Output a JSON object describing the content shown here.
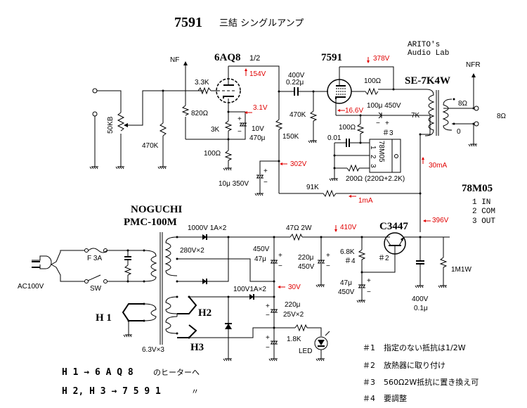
{
  "title": {
    "model": "7591",
    "suffix": "三結 シングルアンプ"
  },
  "credit": {
    "line1": "ARITO's",
    "line2": "Audio Lab"
  },
  "tubes": {
    "driver": {
      "name": "6AQ8",
      "unit": "1/2"
    },
    "output": {
      "name": "7591"
    }
  },
  "output_transformer": {
    "model": "SE-7K4W",
    "primary": "7K",
    "tap_8": "8Ω",
    "tap_0": "0",
    "speaker": "8Ω",
    "feedback": "NFR"
  },
  "power_transformer": {
    "maker": "NOGUCHI",
    "model": "PMC-100M",
    "hv": "280V×2",
    "heater": "6.3V×3"
  },
  "transistor": {
    "name": "C3447",
    "note": "＃2"
  },
  "regulator": {
    "name": "78M05",
    "pins": [
      "1 IN",
      "2 COM",
      "3 OUT"
    ],
    "block_label": "78M05",
    "pin_nums": [
      "1",
      "2",
      "3"
    ],
    "note": "＃3"
  },
  "input": {
    "feedback": "NF"
  },
  "components": {
    "pot": "50KB",
    "r_470k_in": "470K",
    "r_3_3k": "3.3K",
    "r_820": "820Ω",
    "r_3k": "3K",
    "c_cath1_v": "10V",
    "c_cath1_c": "470μ",
    "r_100_cath1": "100Ω",
    "r_150k": "150K",
    "c_10u": "10μ 350V",
    "c_coup_v": "400V",
    "c_coup_c": "0.22μ",
    "r_470k_grid": "470K",
    "r_100_g2": "100Ω",
    "c_cath2": "100μ 450V",
    "r_100_reg": "100Ω",
    "c_001": "0.01",
    "r_200": "200Ω (220Ω+2.2K)",
    "r_91k": "91K",
    "r_47_2w": "47Ω 2W",
    "c_47u_v": "450V",
    "c_47u_c": "47μ",
    "c_220u_c": "220μ",
    "c_220u_v": "450V",
    "r_6_8k": "6.8K",
    "r_6_8k_note": "＃4",
    "c_47u2_c": "47μ",
    "c_47u2_v": "450V",
    "c_01_v": "400V",
    "c_01_c": "0.1μ",
    "r_1m": "1M1W",
    "d_hv": "1000V 1A×2",
    "d_lv": "100V1A×2",
    "c_220_25_c": "220μ",
    "c_220_25_v": "25V×2",
    "r_1_8k": "1.8K",
    "led": "LED",
    "fuse": "F 3A",
    "switch": "SW",
    "ac": "AC100V"
  },
  "voltages": {
    "v154": "154V",
    "v3_1": "3.1V",
    "v302": "302V",
    "v378": "378V",
    "v16_6": "16.6V",
    "i30ma": "30mA",
    "i1ma": "1mA",
    "v396": "396V",
    "v410": "410V",
    "v30": "30V"
  },
  "heaters": {
    "h1": "H 1",
    "h2": "H2",
    "h3": "H3"
  },
  "heater_notes": [
    {
      "left": "H 1  →  6 A Q 8",
      "right": "のヒーターへ"
    },
    {
      "left": "H 2, H 3  →  7 5 9 1",
      "right": "〃"
    }
  ],
  "notes": [
    {
      "num": "＃1",
      "text": "指定のない抵抗は1/2W"
    },
    {
      "num": "＃2",
      "text": "放熱器に取り付け"
    },
    {
      "num": "＃3",
      "text": "560Ω2W抵抗に置き換え可"
    },
    {
      "num": "＃4",
      "text": "要調整"
    }
  ],
  "colors": {
    "annotation": "#e00000",
    "line": "#000000"
  }
}
